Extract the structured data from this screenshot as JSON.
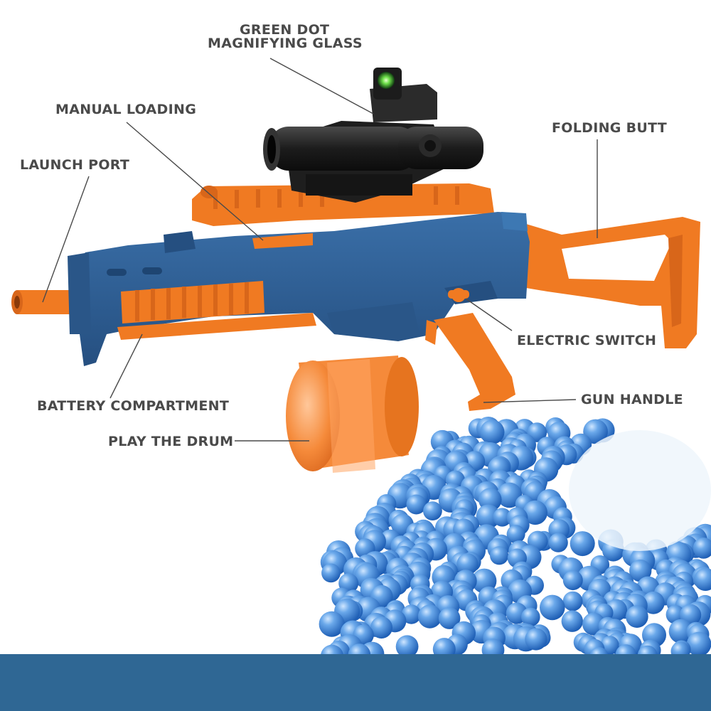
{
  "labels": {
    "green_dot_line1": "GREEN DOT",
    "green_dot_line2": "MAGNIFYING GLASS",
    "manual_loading": "MANUAL LOADING",
    "launch_port": "LAUNCH PORT",
    "folding_butt": "FOLDING BUTT",
    "electric_switch": "ELECTRIC SWITCH",
    "battery_compartment": "BATTERY COMPARTMENT",
    "gun_handle": "GUN HANDLE",
    "play_the_drum": "PLAY THE DRUM"
  },
  "colors": {
    "body_blue": "#2f5f93",
    "accent_orange": "#f07a22",
    "drum_orange": "#f58a3a",
    "scope_black": "#1e1e1e",
    "label_gray": "#4a4a4a",
    "bead_blue": "#4e8fd8",
    "bottom_bar": "#2f6794"
  },
  "icons": {
    "green_dot": "green-dot-sight",
    "beads": "water-bead-pile"
  }
}
